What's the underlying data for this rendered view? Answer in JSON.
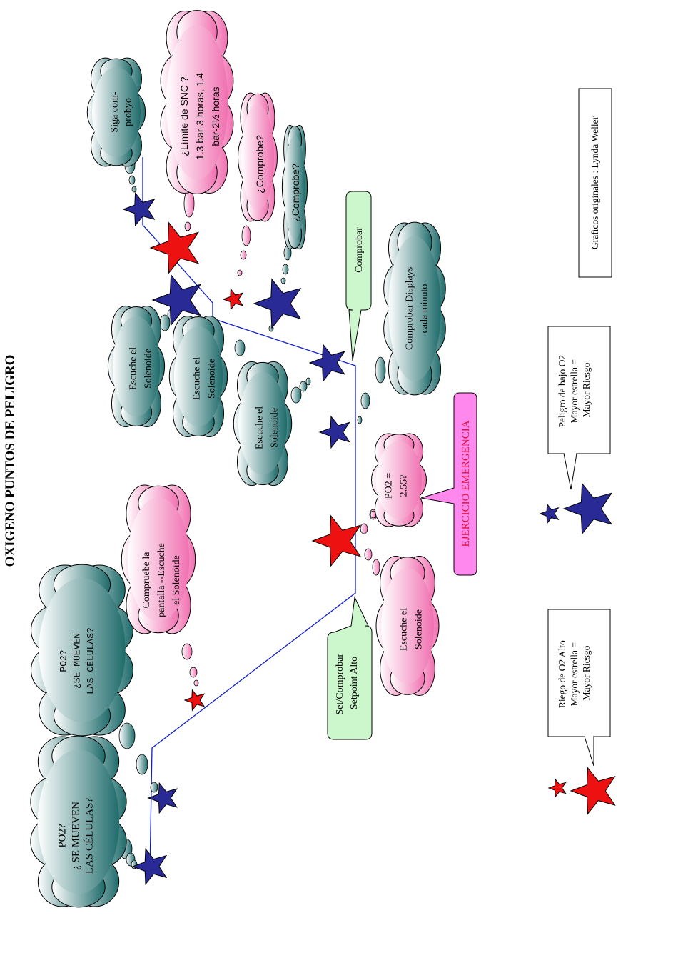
{
  "title": "OXIGENO PUNTOS DE PELIGRO",
  "credit": "Graficos originales : Lynda Weller",
  "colors": {
    "line": "#1020c8",
    "star_red": "#ee1111",
    "star_blue": "#2a2a96",
    "cloud_teal_dark": "#1f6b6b",
    "cloud_teal_light": "#ffffff",
    "cloud_pink_dark": "#f070b0",
    "cloud_pink_light": "#ffffff",
    "callout_green": "#ccf7cc",
    "callout_magenta": "#ff88ee",
    "emergency_text": "#e8123a"
  },
  "clouds": {
    "c1": [
      "PO2?",
      "¿ SE MUEVEN",
      "LAS CÉLULAS?"
    ],
    "c2": [
      "PO2?",
      "¿SE MUEVEN",
      "LAS CÉLULAS?"
    ],
    "c3": [
      "Compruebe la",
      "pantalla --Escuche",
      "el Solenoide"
    ],
    "c4": [
      "Escuche el",
      "Solenoide"
    ],
    "c5": [
      "PO2 =",
      "2.55?"
    ],
    "c6": [
      "Escuche el",
      "Solenoide"
    ],
    "c7": [
      "Escuche el",
      "Solenoide"
    ],
    "c8": [
      "Escuche el",
      "Solenoide"
    ],
    "c9": [
      "Comprobar Displays",
      "cada minuto"
    ],
    "c10": [
      "Siga com-",
      "probyo"
    ],
    "c11": [
      "¿Límite de SNC ?",
      "1.3 bar-3 horas, 1.4",
      "bar-2½ horas"
    ],
    "c12": [
      "¿Comprobe?"
    ],
    "c13": [
      "¿Comprobe?"
    ]
  },
  "callouts": {
    "setpoint": [
      "Set/Comprobar",
      "Setpoint Alto"
    ],
    "comprobar": [
      "Comprobar"
    ],
    "emergencia": [
      "EJERCICIO  EMERGENCIA"
    ]
  },
  "legend": {
    "high": [
      "Riego de O2 Alto",
      "Mayor estrella =",
      "Mayor  Riesgo"
    ],
    "low": [
      "Peligro de bajo O2",
      "Mayor estrella =",
      "Mayor  Riesgo"
    ]
  }
}
